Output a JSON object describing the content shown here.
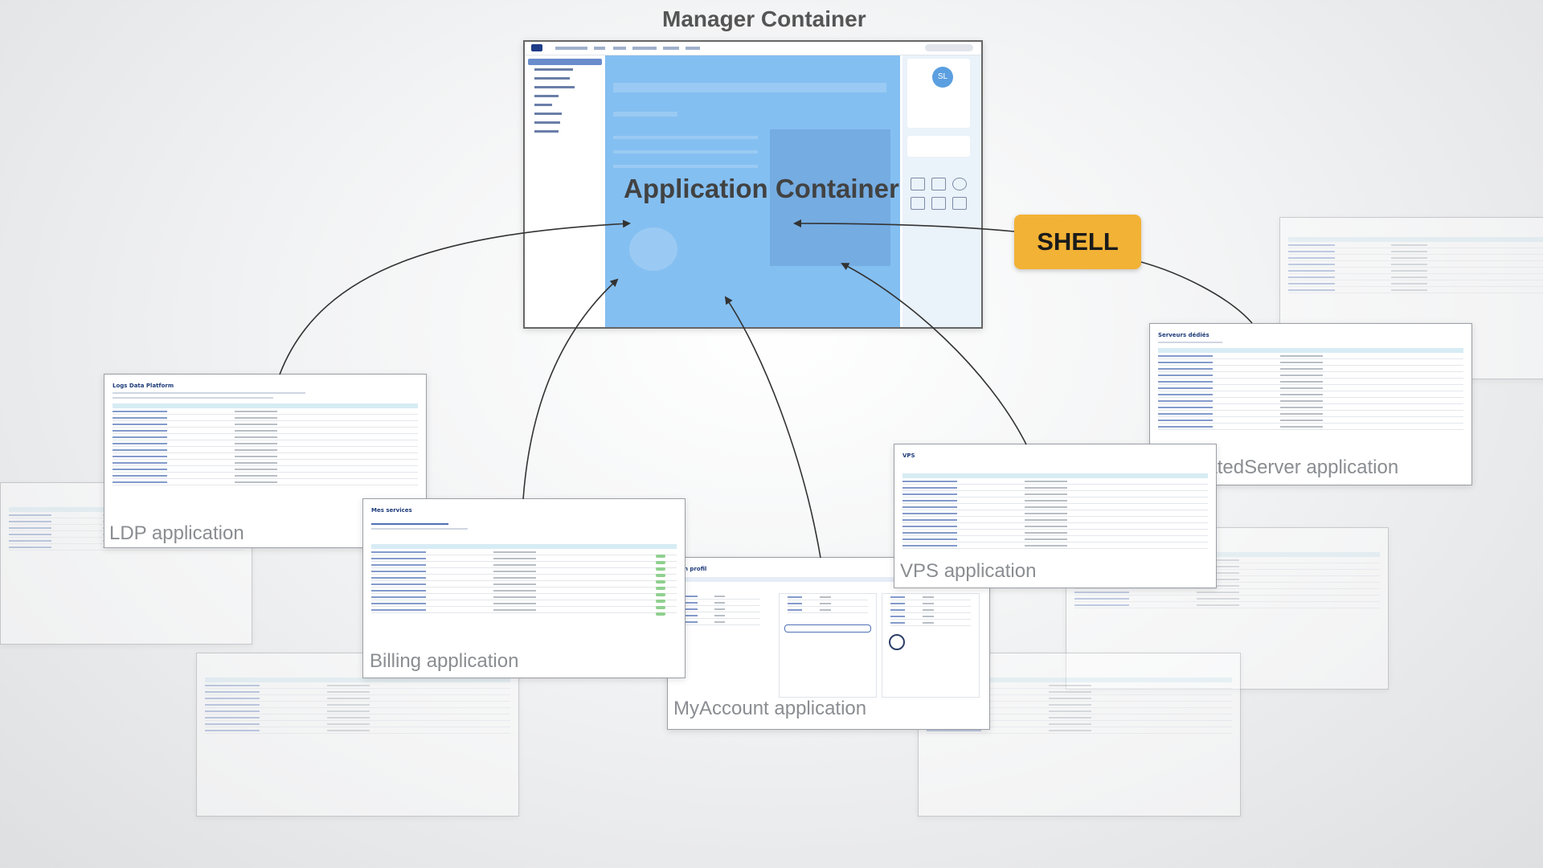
{
  "diagram": {
    "manager_title": "Manager Container",
    "application_title": "Application Container",
    "shell_label": "SHELL",
    "applications": {
      "ldp": "LDP application",
      "billing": "Billing application",
      "myaccount": "MyAccount application",
      "vps": "VPS application",
      "dedicated": "DedicatedServer application"
    },
    "card_headers": {
      "ldp": "Logs Data Platform",
      "billing": "Mes services",
      "myaccount": "n profil",
      "vps": "VPS",
      "dedicated": "Serveurs dédiés"
    },
    "avatar_initials": "SL",
    "colors": {
      "shell": "#f2b235",
      "app_zone": "#6fb4ef",
      "arrow": "#333333"
    }
  }
}
